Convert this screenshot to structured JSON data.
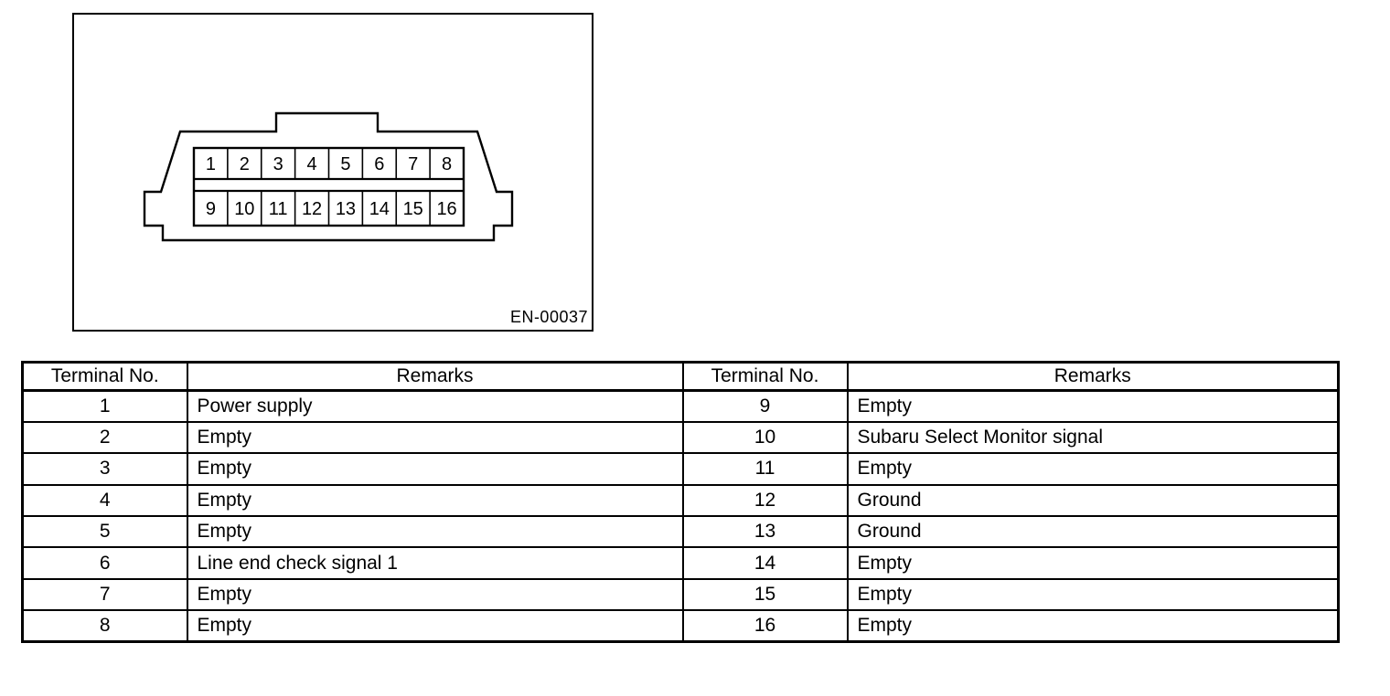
{
  "figure": {
    "label": "EN-00037",
    "connector": {
      "pin_rows": [
        [
          "1",
          "2",
          "3",
          "4",
          "5",
          "6",
          "7",
          "8"
        ],
        [
          "9",
          "10",
          "11",
          "12",
          "13",
          "14",
          "15",
          "16"
        ]
      ]
    }
  },
  "table": {
    "headers": [
      "Terminal No.",
      "Remarks",
      "Terminal No.",
      "Remarks"
    ],
    "rows": [
      {
        "left_no": "1",
        "left_remark": "Power supply",
        "right_no": "9",
        "right_remark": "Empty"
      },
      {
        "left_no": "2",
        "left_remark": "Empty",
        "right_no": "10",
        "right_remark": "Subaru Select Monitor signal"
      },
      {
        "left_no": "3",
        "left_remark": "Empty",
        "right_no": "11",
        "right_remark": "Empty"
      },
      {
        "left_no": "4",
        "left_remark": "Empty",
        "right_no": "12",
        "right_remark": "Ground"
      },
      {
        "left_no": "5",
        "left_remark": "Empty",
        "right_no": "13",
        "right_remark": "Ground"
      },
      {
        "left_no": "6",
        "left_remark": "Line end check signal 1",
        "right_no": "14",
        "right_remark": "Empty"
      },
      {
        "left_no": "7",
        "left_remark": "Empty",
        "right_no": "15",
        "right_remark": "Empty"
      },
      {
        "left_no": "8",
        "left_remark": "Empty",
        "right_no": "16",
        "right_remark": "Empty"
      }
    ]
  },
  "colors": {
    "ink": "#000000",
    "paper": "#ffffff"
  }
}
